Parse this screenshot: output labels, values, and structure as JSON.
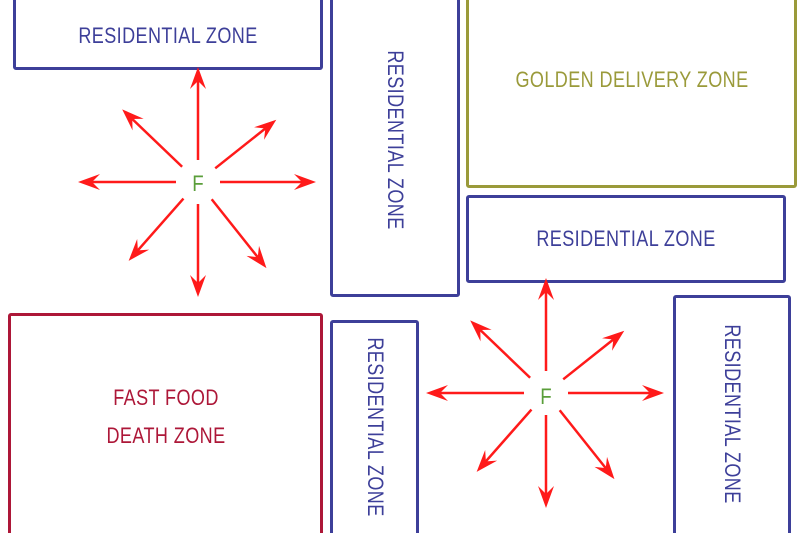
{
  "zones": {
    "res1": "RESIDENTIAL ZONE",
    "res2": "RESIDENTIAL ZONE",
    "golden": "GOLDEN DELIVERY ZONE",
    "res3": "RESIDENTIAL ZONE",
    "death_line1": "FAST FOOD",
    "death_line2": "DEATH ZONE",
    "res4": "RESIDENTIAL ZONE",
    "res5": "RESIDENTIAL ZONE"
  },
  "restaurants": [
    "F",
    "F"
  ],
  "colors": {
    "residential": "#3d3f99",
    "golden": "#9a9a3a",
    "death": "#ad1738",
    "arrows": "#ff1a1a",
    "restaurant": "#5a9e3a"
  }
}
